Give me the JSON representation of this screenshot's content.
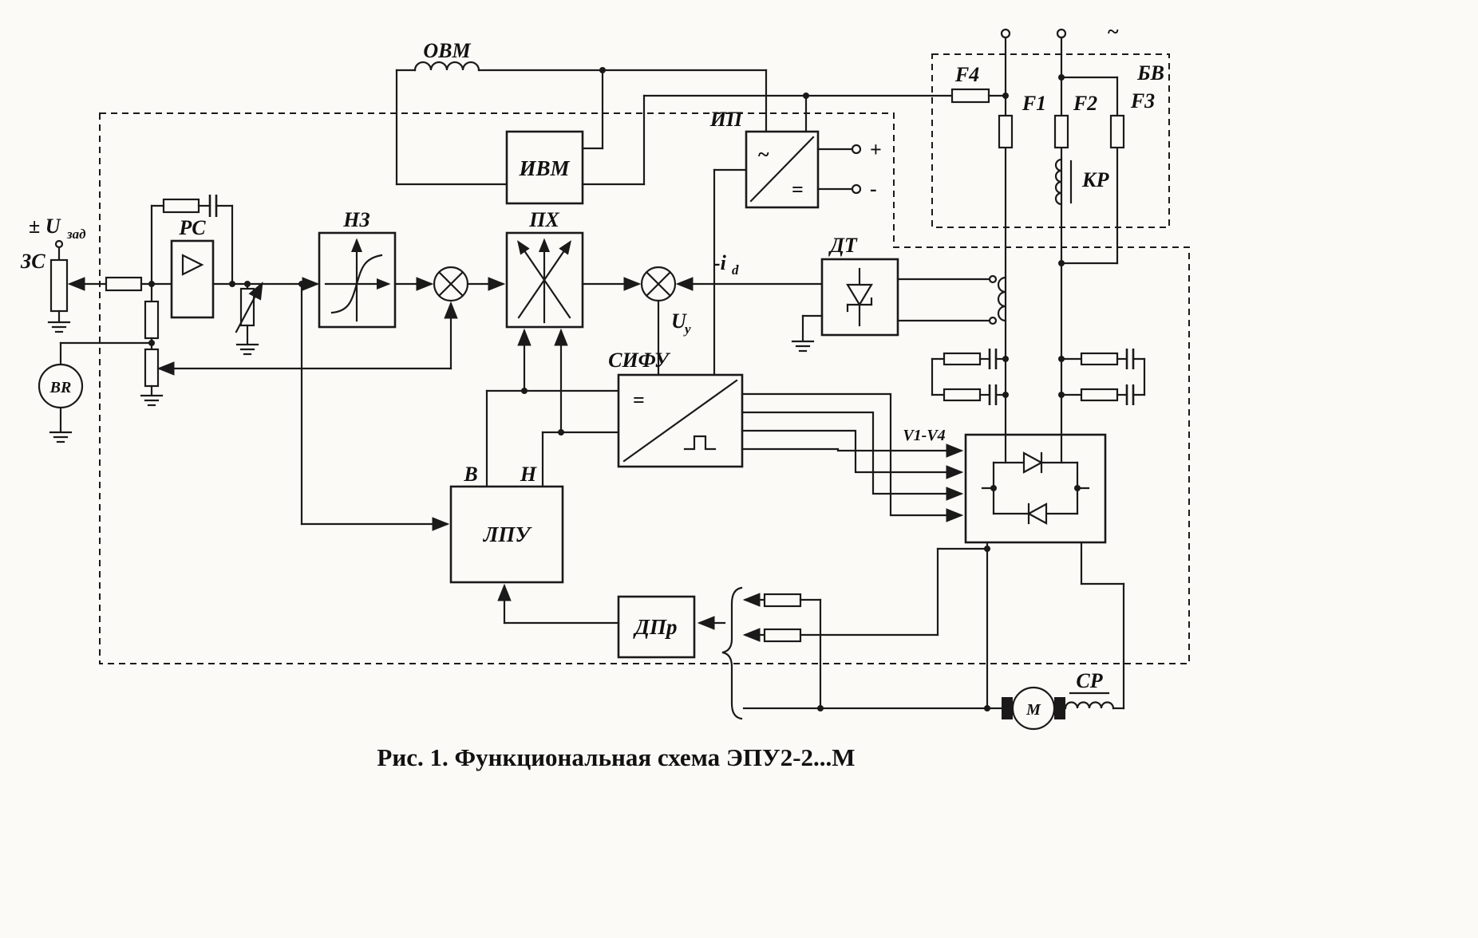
{
  "caption": "Рис. 1. Функциональная схема ЭПУ2-2...М",
  "colors": {
    "ink": "#1a1a1a",
    "paper": "#fbfaf6"
  },
  "external": {
    "u_set": "± U",
    "u_set_sub": "зад",
    "zs": "ЗС",
    "br": "BR",
    "motor": "М",
    "sr": "СР",
    "ovm": "ОВМ",
    "ac": "~"
  },
  "blocks": {
    "rs": "РС",
    "nz": "НЗ",
    "px": "ПХ",
    "ivm": "ИВМ",
    "ip": "ИП",
    "dt": "ДТ",
    "sifu": "СИФУ",
    "lpu": "ЛПУ",
    "dpr": "ДПр"
  },
  "bv": {
    "label": "БВ",
    "f1": "F1",
    "f2": "F2",
    "f3": "F3",
    "f4": "F4",
    "kr": "КР"
  },
  "signals": {
    "id": "-i",
    "id_sub": "d",
    "uy": "U",
    "uy_sub": "у",
    "v14": "V1-V4",
    "b": "В",
    "n": "Н",
    "plus": "+",
    "minus": "-",
    "eq": "=",
    "ac": "~"
  }
}
